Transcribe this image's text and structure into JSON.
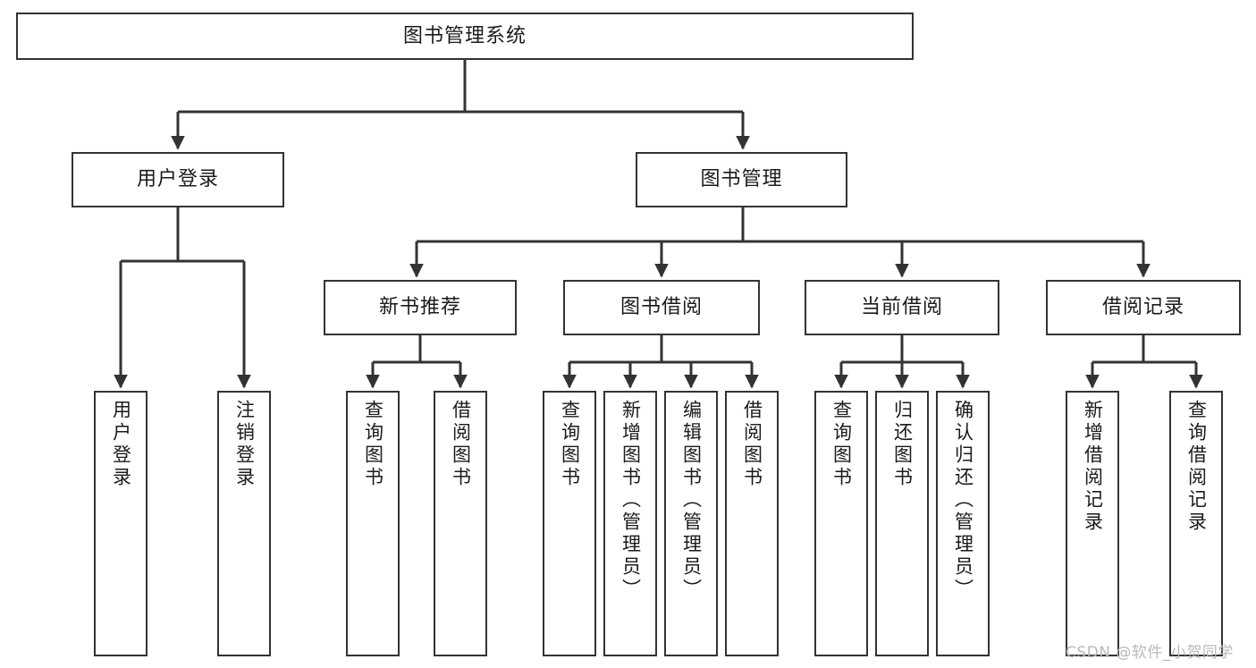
{
  "diagram": {
    "type": "hierarchy-tree",
    "title": "图书管理系统",
    "levels": 4,
    "colors": {
      "box_border": "#333333",
      "box_fill": "#ffffff",
      "connector": "#333333",
      "text": "#1b1b1b",
      "watermark": "#b9b9b9"
    },
    "root": {
      "label": "图书管理系统"
    },
    "level2": [
      {
        "label": "用户登录"
      },
      {
        "label": "图书管理"
      }
    ],
    "level3": [
      {
        "label": "新书推荐"
      },
      {
        "label": "图书借阅"
      },
      {
        "label": "当前借阅"
      },
      {
        "label": "借阅记录"
      }
    ],
    "leaves": {
      "user_login": [
        {
          "label": "用户登录"
        },
        {
          "label": "注销登录"
        }
      ],
      "new_book_recommend": [
        {
          "label": "查询图书"
        },
        {
          "label": "借阅图书"
        }
      ],
      "book_borrow": [
        {
          "label": "查询图书"
        },
        {
          "label": "新增图书（管理员）"
        },
        {
          "label": "编辑图书（管理员）"
        },
        {
          "label": "借阅图书"
        }
      ],
      "current_borrow": [
        {
          "label": "查询图书"
        },
        {
          "label": "归还图书"
        },
        {
          "label": "确认归还（管理员）"
        }
      ],
      "borrow_record": [
        {
          "label": "新增借阅记录"
        },
        {
          "label": "查询借阅记录"
        }
      ]
    }
  },
  "watermark": {
    "text": "CSDN @软件_小贺同学"
  }
}
